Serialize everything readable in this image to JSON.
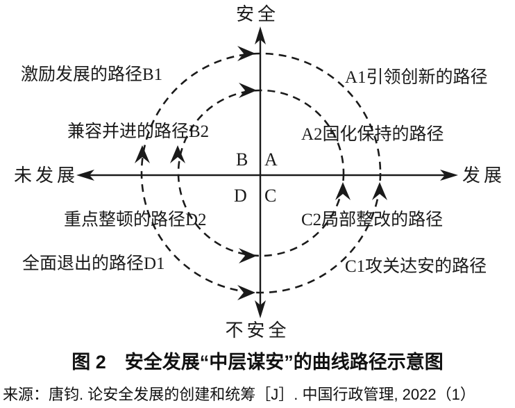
{
  "figure": {
    "axis": {
      "top": "安全",
      "bottom": "不安全",
      "left": "未发展",
      "right": "发展"
    },
    "quadrants": {
      "top_left": "B",
      "top_right": "A",
      "bottom_left": "D",
      "bottom_right": "C"
    },
    "paths": {
      "b1": "激励发展的路径B1",
      "a1": "A1引领创新的路径",
      "b2": "兼容并进的路径B2",
      "a2": "A2固化保持的路径",
      "d2": "重点整顿的路径D2",
      "c2": "C2局部整改的路径",
      "d1": "全面退出的路径D1",
      "c1": "C1攻关达安的路径"
    },
    "caption": "图 2　安全发展“中层谋安”的曲线路径示意图",
    "source": "来源：唐钧. 论安全发展的创建和统筹［J］. 中国行政管理, 2022（1）",
    "colors": {
      "ink": "#1a1a1a",
      "background": "#ffffff"
    }
  }
}
